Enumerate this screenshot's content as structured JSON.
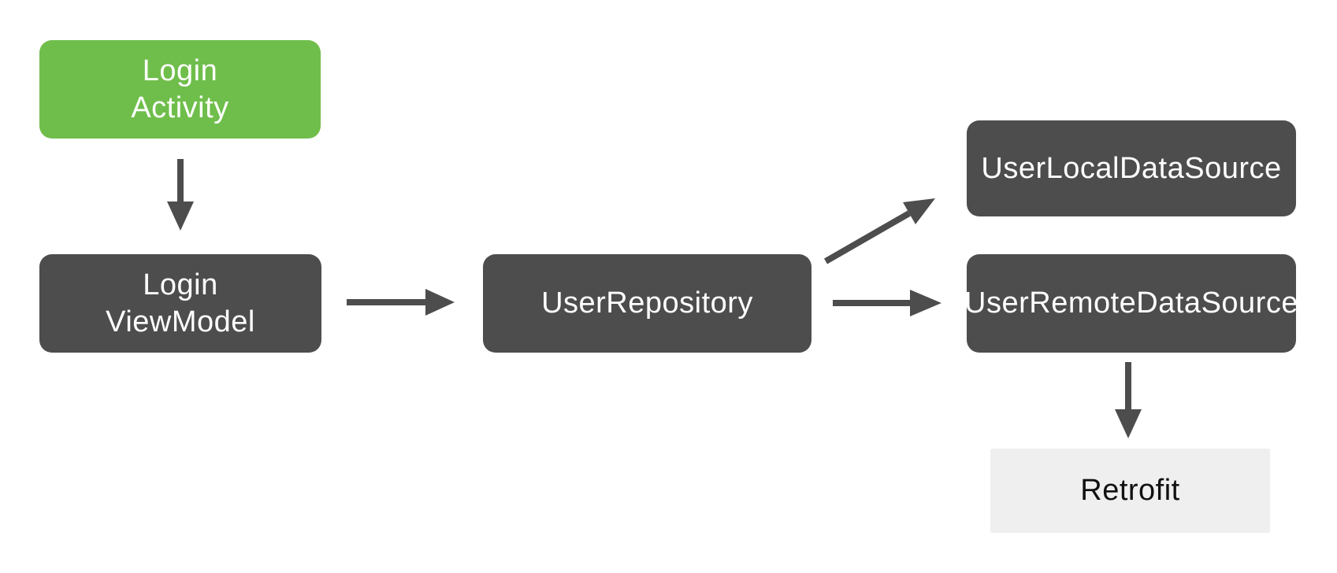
{
  "colors": {
    "background": "#ffffff",
    "node_green": "#6FBE4B",
    "node_dark": "#4D4D4D",
    "node_light": "#EFEFEF",
    "arrow": "#4D4D4D",
    "text_light": "#ffffff",
    "text_dark": "#111111"
  },
  "diagram": {
    "type": "flowchart",
    "nodes": {
      "login_activity": {
        "line1": "Login",
        "line2": "Activity",
        "style": "green"
      },
      "login_viewmodel": {
        "line1": "Login",
        "line2": "ViewModel",
        "style": "dark"
      },
      "user_repository": {
        "label": "UserRepository",
        "style": "dark"
      },
      "user_local_datasource": {
        "label": "UserLocalDataSource",
        "style": "dark"
      },
      "user_remote_datasource": {
        "label": "UserRemoteDataSource",
        "style": "dark"
      },
      "retrofit": {
        "label": "Retrofit",
        "style": "light"
      }
    },
    "edges": [
      {
        "from": "Login Activity",
        "to": "Login ViewModel",
        "direction": "down"
      },
      {
        "from": "Login ViewModel",
        "to": "UserRepository",
        "direction": "right"
      },
      {
        "from": "UserRepository",
        "to": "UserLocalDataSource",
        "direction": "up-right"
      },
      {
        "from": "UserRepository",
        "to": "UserRemoteDataSource",
        "direction": "right"
      },
      {
        "from": "UserRemoteDataSource",
        "to": "Retrofit",
        "direction": "down"
      }
    ]
  }
}
